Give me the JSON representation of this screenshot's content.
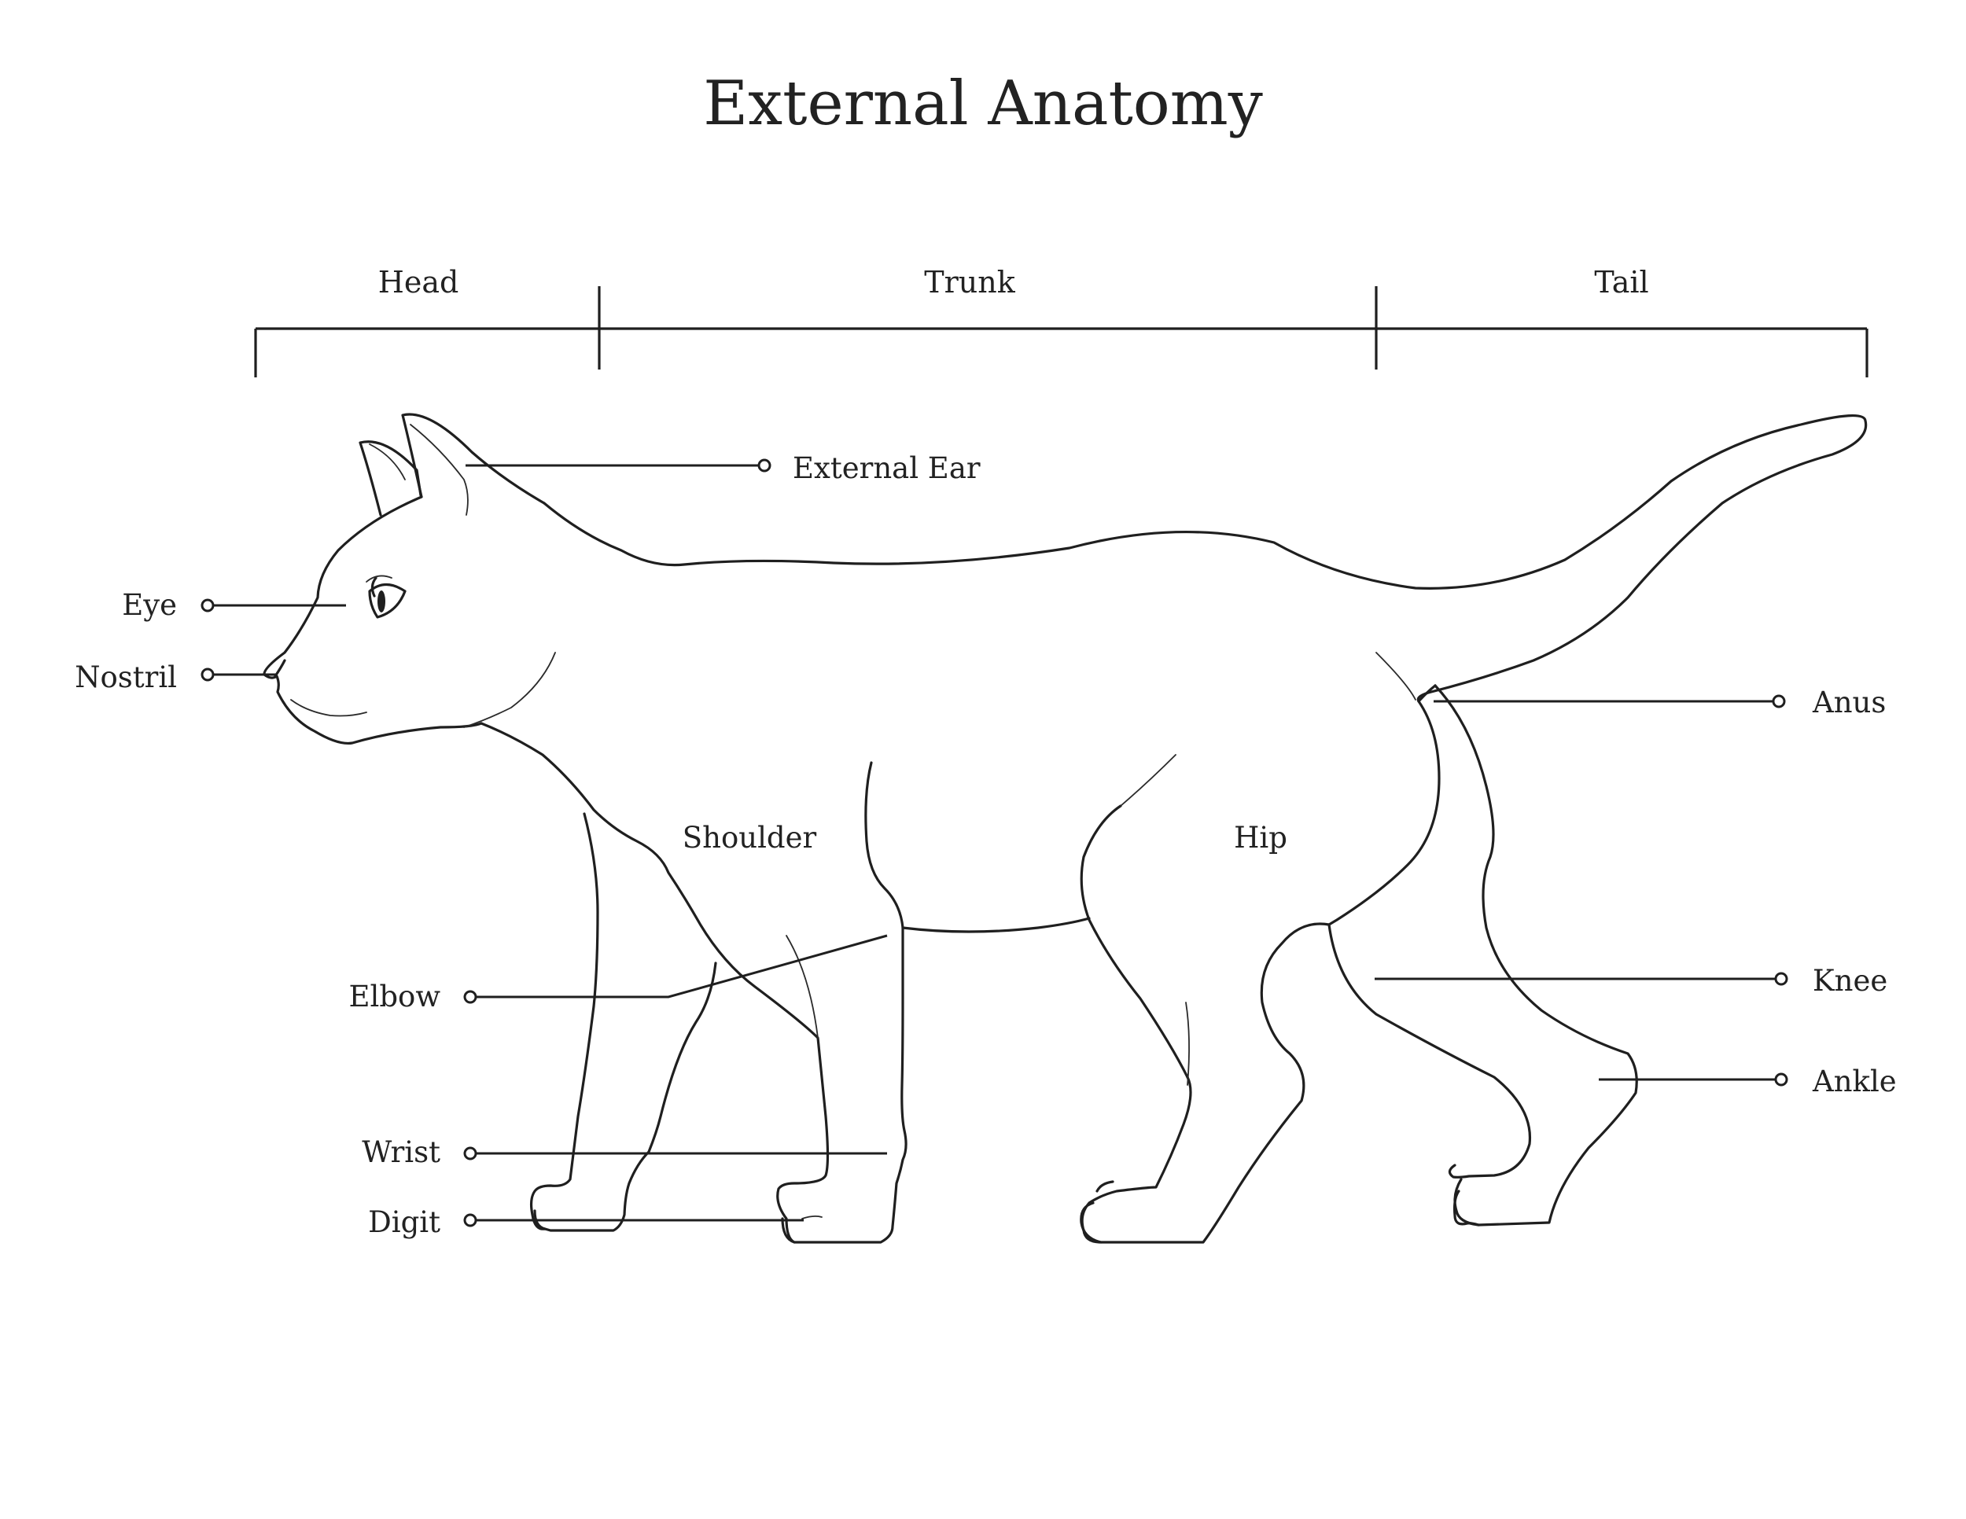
{
  "title": "External Anatomy",
  "segments": {
    "head": "Head",
    "trunk": "Trunk",
    "tail": "Tail"
  },
  "labels": {
    "external_ear": "External Ear",
    "eye": "Eye",
    "nostril": "Nostril",
    "shoulder": "Shoulder",
    "hip": "Hip",
    "anus": "Anus",
    "elbow": "Elbow",
    "knee": "Knee",
    "ankle": "Ankle",
    "wrist": "Wrist",
    "digit": "Digit"
  },
  "colors": {
    "line": "#1f1f1f",
    "text": "#222222",
    "background": "#ffffff"
  }
}
